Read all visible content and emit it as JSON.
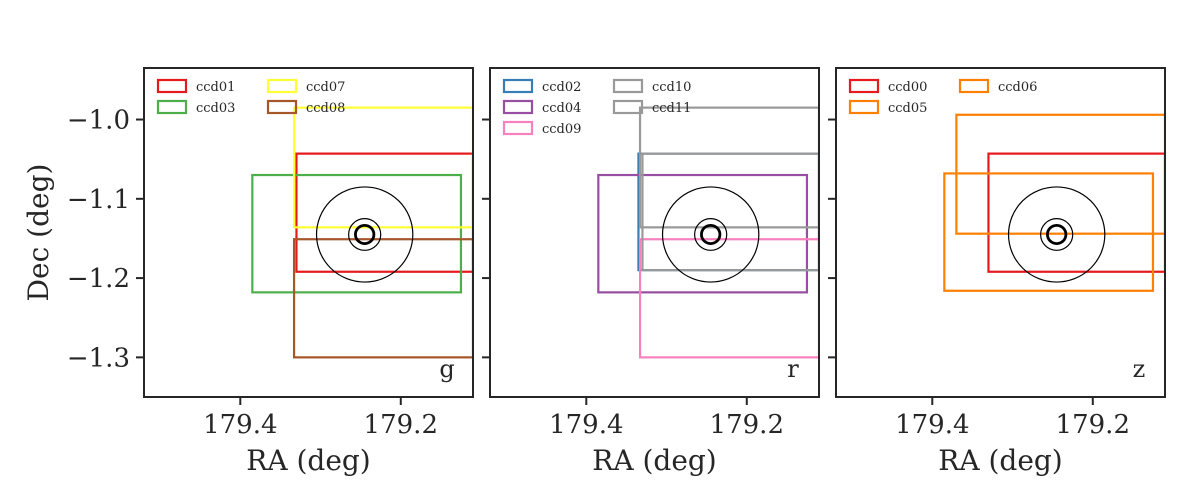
{
  "chart_data": [
    {
      "type": "footprint",
      "band": "g",
      "xlabel": "RA (deg)",
      "ylabel": "Dec (deg)",
      "xlim": [
        179.52,
        179.11
      ],
      "ylim": [
        -1.35,
        -0.935
      ],
      "xticks": [
        179.4,
        179.2
      ],
      "yticks": [
        -1.0,
        -1.1,
        -1.2,
        -1.3
      ],
      "xtick_labels": [
        "179.4",
        "179.2"
      ],
      "ytick_labels": [
        "−1.0",
        "−1.1",
        "−1.2",
        "−1.3"
      ],
      "legend": {
        "position": "top-left",
        "columns": 2
      },
      "ccds": [
        {
          "name": "ccd01",
          "color": "#e41a1c",
          "ra": [
            179.33,
            179.11
          ],
          "dec": [
            -1.192,
            -1.043
          ]
        },
        {
          "name": "ccd03",
          "color": "#4daf4a",
          "ra": [
            179.385,
            179.125
          ],
          "dec": [
            -1.218,
            -1.07
          ]
        },
        {
          "name": "ccd07",
          "color": "#ffff33",
          "ra": [
            179.333,
            179.11
          ],
          "dec": [
            -1.136,
            -0.985
          ]
        },
        {
          "name": "ccd08",
          "color": "#a65628",
          "ra": [
            179.333,
            179.11
          ],
          "dec": [
            -1.3,
            -1.151
          ]
        }
      ],
      "target": {
        "ra": 179.245,
        "dec": -1.145,
        "radii_deg": [
          0.06,
          0.02,
          0.0115
        ]
      }
    },
    {
      "type": "footprint",
      "band": "r",
      "xlabel": "RA (deg)",
      "xlim": [
        179.52,
        179.11
      ],
      "ylim": [
        -1.35,
        -0.935
      ],
      "xticks": [
        179.4,
        179.2
      ],
      "xtick_labels": [
        "179.4",
        "179.2"
      ],
      "legend": {
        "position": "top-left",
        "columns": 2
      },
      "ccds": [
        {
          "name": "ccd02",
          "color": "#377eb8",
          "ra": [
            179.335,
            179.11
          ],
          "dec": [
            -1.19,
            -1.043
          ]
        },
        {
          "name": "ccd04",
          "color": "#984ea3",
          "ra": [
            179.385,
            179.125
          ],
          "dec": [
            -1.218,
            -1.07
          ]
        },
        {
          "name": "ccd09",
          "color": "#f781bf",
          "ra": [
            179.333,
            179.11
          ],
          "dec": [
            -1.3,
            -1.151
          ]
        },
        {
          "name": "ccd10",
          "color": "#999999",
          "ra": [
            179.333,
            179.11
          ],
          "dec": [
            -1.136,
            -0.985
          ]
        },
        {
          "name": "ccd11",
          "color": "#999999",
          "ra": [
            179.33,
            179.11
          ],
          "dec": [
            -1.19,
            -1.043
          ]
        }
      ],
      "target": {
        "ra": 179.245,
        "dec": -1.145,
        "radii_deg": [
          0.06,
          0.02,
          0.0115
        ]
      }
    },
    {
      "type": "footprint",
      "band": "z",
      "xlabel": "RA (deg)",
      "xlim": [
        179.52,
        179.11
      ],
      "ylim": [
        -1.35,
        -0.935
      ],
      "xticks": [
        179.4,
        179.2
      ],
      "xtick_labels": [
        "179.4",
        "179.2"
      ],
      "legend": {
        "position": "top-left",
        "columns": 2
      },
      "ccds": [
        {
          "name": "ccd00",
          "color": "#e41a1c",
          "ra": [
            179.33,
            179.11
          ],
          "dec": [
            -1.192,
            -1.043
          ]
        },
        {
          "name": "ccd05",
          "color": "#ff7f00",
          "ra": [
            179.385,
            179.125
          ],
          "dec": [
            -1.216,
            -1.068
          ]
        },
        {
          "name": "ccd06",
          "color": "#ff7f00",
          "ra": [
            179.37,
            179.11
          ],
          "dec": [
            -1.144,
            -0.994
          ]
        }
      ],
      "target": {
        "ra": 179.245,
        "dec": -1.145,
        "radii_deg": [
          0.06,
          0.02,
          0.0115
        ]
      }
    }
  ]
}
